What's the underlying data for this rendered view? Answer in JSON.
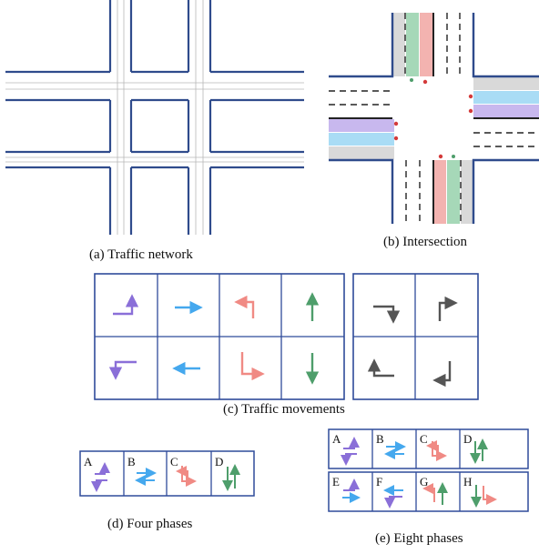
{
  "captions": {
    "network": "(a) Traffic network",
    "intersection": "(b) Intersection",
    "movements": "(c) Traffic movements",
    "four_phases": "(d) Four phases",
    "eight_phases": "(e) Eight phases"
  },
  "colors": {
    "road_edge": "#2f4b8c",
    "purple": "#8a6fd8",
    "blue": "#45a8ee",
    "red": "#f08a84",
    "green": "#4e9e6b",
    "gray": "#555555",
    "panel_border": "#2f4b9a",
    "lane_gray": "#d9d9d9",
    "lane_blue": "#a9dcf5",
    "lane_purple": "#c8b8ee",
    "lane_red": "#f3b3b0",
    "lane_green": "#a6d8b8"
  },
  "four_phases": [
    {
      "label": "A",
      "icons": [
        "left-turn-pair-icon"
      ]
    },
    {
      "label": "B",
      "icons": [
        "through-pair-icon"
      ]
    },
    {
      "label": "C",
      "icons": [
        "left-turn-pair-icon"
      ]
    },
    {
      "label": "D",
      "icons": [
        "through-pair-icon"
      ]
    }
  ],
  "eight_phases": [
    {
      "label": "A"
    },
    {
      "label": "B"
    },
    {
      "label": "C"
    },
    {
      "label": "D"
    },
    {
      "label": "E"
    },
    {
      "label": "F"
    },
    {
      "label": "G"
    },
    {
      "label": "H"
    }
  ]
}
